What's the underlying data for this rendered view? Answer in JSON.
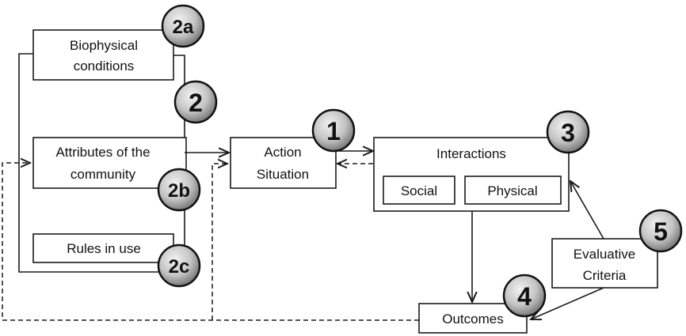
{
  "nodes": {
    "biophysical": {
      "line1": "Biophysical",
      "line2": "conditions"
    },
    "attributes": {
      "line1": "Attributes of the",
      "line2": "community"
    },
    "rules": {
      "line1": "Rules in use"
    },
    "action": {
      "line1": "Action",
      "line2": "Situation"
    },
    "interactions": {
      "title": "Interactions",
      "social": "Social",
      "physical": "Physical"
    },
    "evaluative": {
      "line1": "Evaluative",
      "line2": "Criteria"
    },
    "outcomes": {
      "line1": "Outcomes"
    }
  },
  "badges": {
    "b2a": "2a",
    "b2": "2",
    "b2b": "2b",
    "b2c": "2c",
    "b1": "1",
    "b3": "3",
    "b4": "4",
    "b5": "5"
  },
  "colors": {
    "badge_fill_light": "#e8e8e8",
    "badge_fill_dark": "#8a8a8a",
    "stroke": "#1a1a1a"
  }
}
